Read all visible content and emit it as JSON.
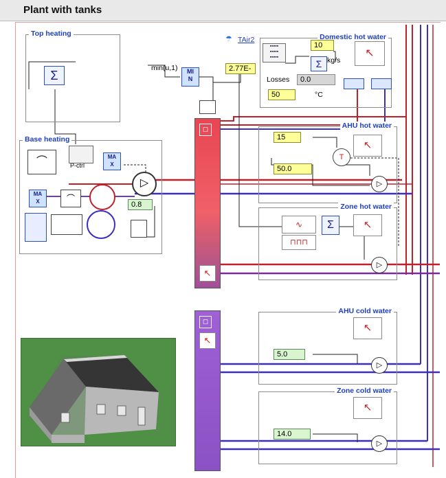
{
  "window": {
    "title": "Plant with tanks"
  },
  "groups": {
    "top_heating": "Top heating",
    "base_heating": "Base heating",
    "domestic_hot_water": "Domestic hot water",
    "ahu_hot_water": "AHU hot water",
    "zone_hot_water": "Zone hot water",
    "ahu_cold_water": "AHU cold water",
    "zone_cold_water": "Zone cold water"
  },
  "labels": {
    "tair2": "TAir2",
    "min_expr": "min(u,1)",
    "losses": "Losses",
    "unit_kgs": "kg/s",
    "unit_c": "°C",
    "p_ctrl": "P-ctrl"
  },
  "values": {
    "tair2_display": "2.77E-",
    "dhw_flow": "10",
    "losses_value": "0.0",
    "dhw_temp": "50",
    "ahu_hot_setpoint": "15",
    "ahu_hot_flow": "50.0",
    "base_heating_gain": "0.8",
    "ahu_cold_flow": "5.0",
    "zone_cold_flow": "14.0"
  },
  "colors": {
    "hot_pipe": "#c0202a",
    "return_pipe": "#3a2fbf",
    "hot_tank": "#e8545e",
    "cold_tank": "#9b5fd0",
    "group_title": "#1f3fbf"
  }
}
